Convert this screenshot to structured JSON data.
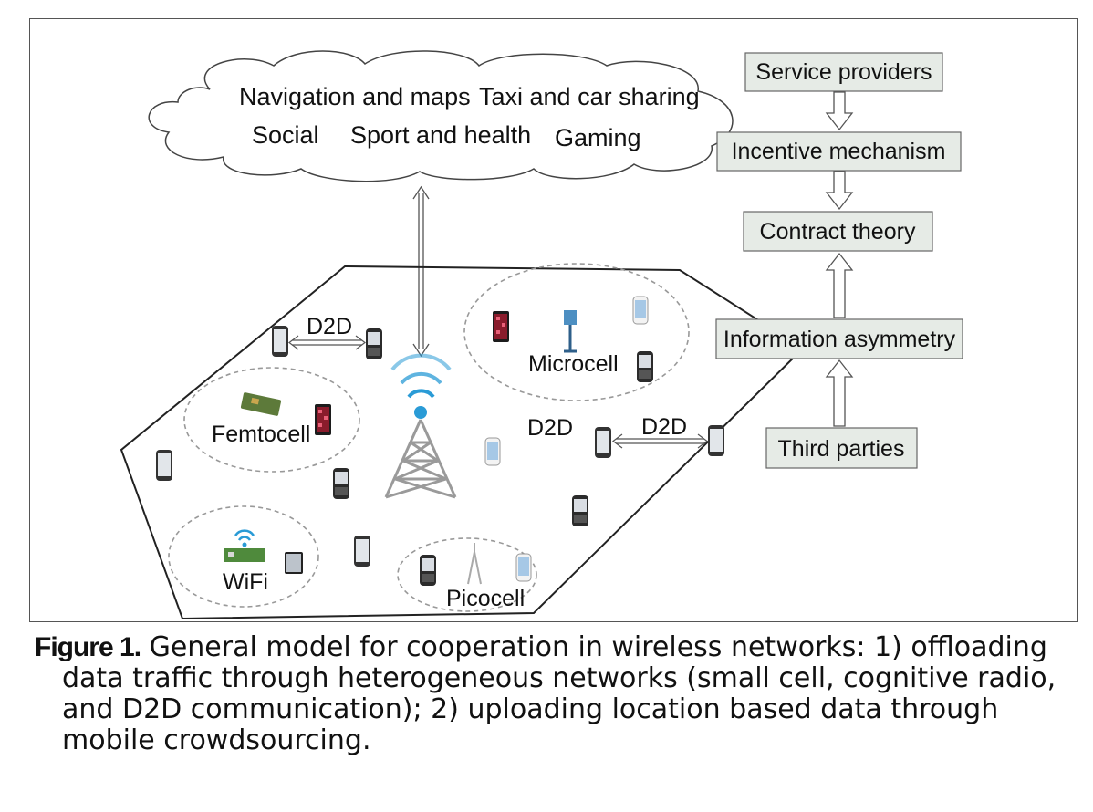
{
  "cloud": {
    "items": [
      "Navigation and maps",
      "Taxi and car sharing",
      "Social",
      "Sport and health",
      "Gaming"
    ]
  },
  "flow": {
    "boxes": [
      "Service providers",
      "Incentive mechanism",
      "Contract theory",
      "Information asymmetry",
      "Third parties"
    ]
  },
  "network": {
    "cells": {
      "femtocell": "Femtocell",
      "microcell": "Microcell",
      "wifi": "WiFi",
      "picocell": "Picocell"
    },
    "d2d_labels": [
      "D2D",
      "D2D",
      "D2D"
    ]
  },
  "caption": {
    "lead": "Figure 1.",
    "text": " General model for cooperation in wireless networks: 1) offloading data traffic through heterogeneous networks (small cell, cognitive radio, and D2D communication); 2) uploading location based data through mobile crowdsourcing."
  },
  "colors": {
    "box_fill": "#e6ebe6",
    "signal_blue": "#2a9bd6",
    "tower_gray": "#9a9a9a"
  }
}
